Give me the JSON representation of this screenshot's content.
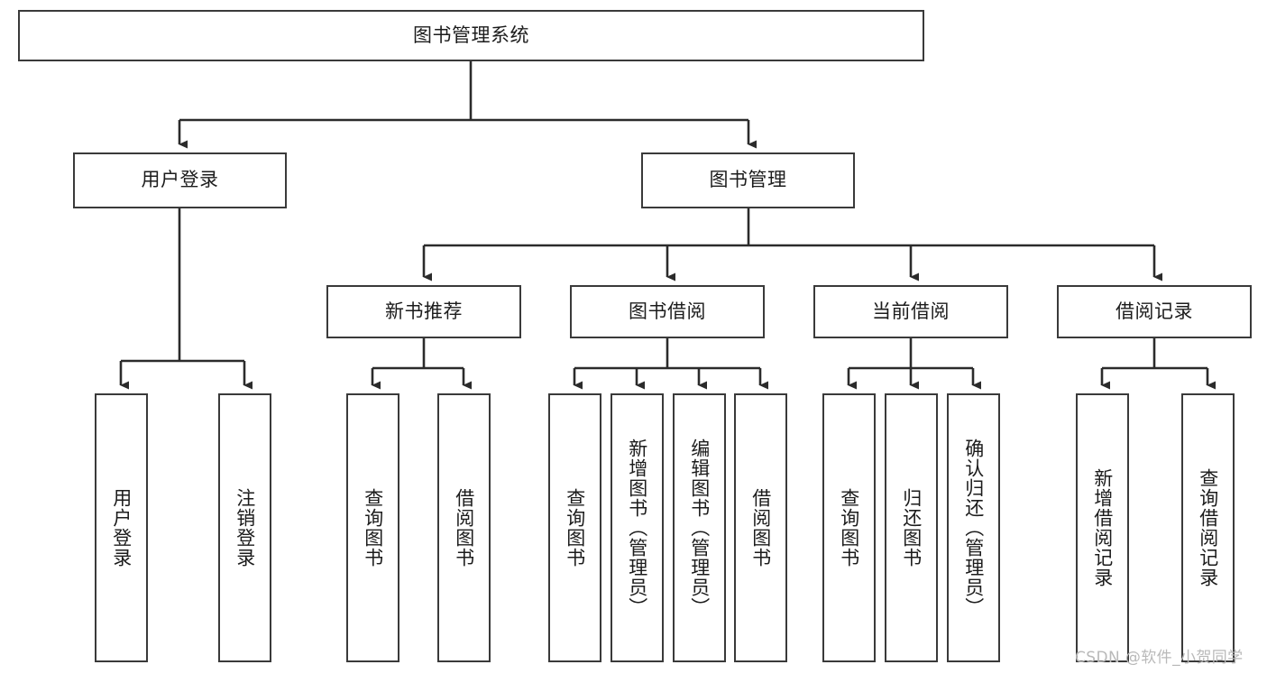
{
  "diagram": {
    "type": "tree",
    "title": "图书管理系统",
    "watermark": "CSDN @软件_小贺同学",
    "colors": {
      "box_border": "#3a3a3a",
      "box_fill": "#ffffff",
      "connector": "#2b2b2b",
      "text": "#1c1c1c",
      "watermark": "#b9b9b9"
    },
    "nodes": {
      "root": {
        "label": "图书管理系统"
      },
      "level2": [
        {
          "id": "user_login",
          "label": "用户登录"
        },
        {
          "id": "book_manage",
          "label": "图书管理"
        }
      ],
      "level3": [
        {
          "id": "new_book_rec",
          "label": "新书推荐"
        },
        {
          "id": "book_borrow",
          "label": "图书借阅"
        },
        {
          "id": "current_borrow",
          "label": "当前借阅"
        },
        {
          "id": "borrow_record",
          "label": "借阅记录"
        }
      ],
      "leaves": {
        "user_login": [
          {
            "id": "leaf_user_login",
            "label": "用户登录"
          },
          {
            "id": "leaf_user_logout",
            "label": "注销登录"
          }
        ],
        "new_book_rec": [
          {
            "id": "leaf_query_book_1",
            "label": "查询图书"
          },
          {
            "id": "leaf_borrow_book_1",
            "label": "借阅图书"
          }
        ],
        "book_borrow": [
          {
            "id": "leaf_query_book_2",
            "label": "查询图书"
          },
          {
            "id": "leaf_add_book",
            "label": "新增图书（管理员）"
          },
          {
            "id": "leaf_edit_book",
            "label": "编辑图书（管理员）"
          },
          {
            "id": "leaf_borrow_book_2",
            "label": "借阅图书"
          }
        ],
        "current_borrow": [
          {
            "id": "leaf_query_book_3",
            "label": "查询图书"
          },
          {
            "id": "leaf_return_book",
            "label": "归还图书"
          },
          {
            "id": "leaf_confirm_return",
            "label": "确认归还（管理员）"
          }
        ],
        "borrow_record": [
          {
            "id": "leaf_add_record",
            "label": "新增借阅记录"
          },
          {
            "id": "leaf_query_record",
            "label": "查询借阅记录"
          }
        ]
      }
    }
  }
}
